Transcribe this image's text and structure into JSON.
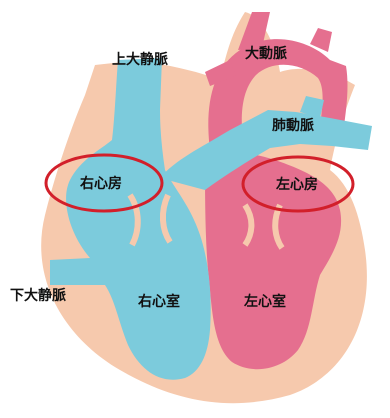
{
  "labels": {
    "svc": "上大静脈",
    "aorta": "大動脈",
    "pulmonary_artery": "肺動脈",
    "right_atrium": "右心房",
    "left_atrium": "左心房",
    "ivc": "下大静脈",
    "right_ventricle": "右心室",
    "left_ventricle": "左心室"
  },
  "colors": {
    "heart_wall": "#f6c9ad",
    "right_side_blue": "#7ccbdc",
    "left_side_pink": "#e56f8f",
    "highlight_ring": "#d21f2a",
    "label_text": "#111111"
  }
}
